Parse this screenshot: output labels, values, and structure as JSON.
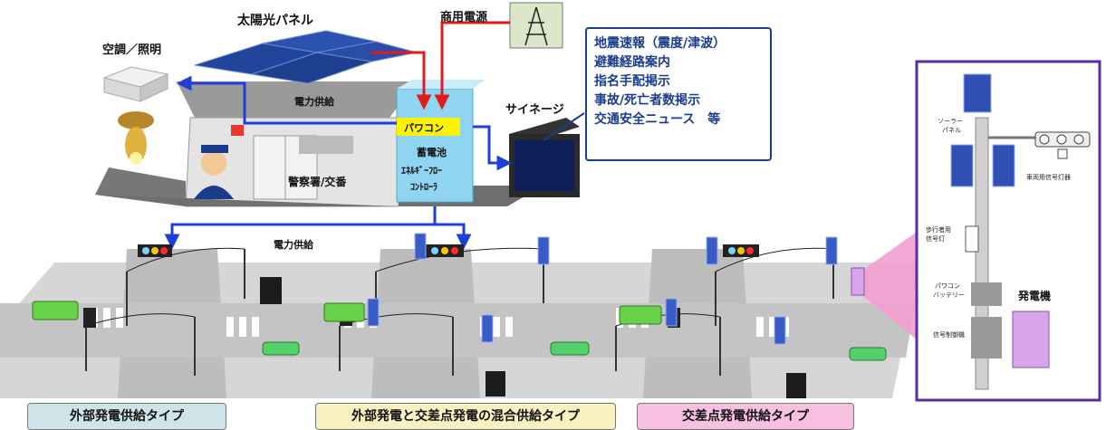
{
  "labels": {
    "solar_panel": "太陽光パネル",
    "grid_power": "商用電源",
    "aircon_light": "空調／照明",
    "power_supply_top": "電力供給",
    "power_conditioner": "パワコン",
    "battery": "蓄電池",
    "energy_flow_1": "ｴﾈﾙｷﾞｰﾌﾛｰ",
    "energy_flow_2": "ｺﾝﾄﾛｰﾗ",
    "police_station": "警察署/交番",
    "signage": "サイネージ",
    "power_supply_mid": "電力供給"
  },
  "signage_messages": [
    "地震速報（震度/津波）",
    "避難経路案内",
    "指名手配掲示",
    "事故/死亡者数掲示",
    "交通安全ニュース　等"
  ],
  "detail_panel": {
    "solar_1": "ソーラー",
    "solar_2": "パネル",
    "vehicle_signal": "車両用信号灯器",
    "ped_signal_1": "歩行者用",
    "ped_signal_2": "信号灯",
    "pc_battery_1": "パワコン",
    "pc_battery_2": "バッテリー",
    "signal_controller": "信号制御機",
    "generator": "発電機"
  },
  "types": {
    "type1": "外部発電供給タイプ",
    "type2": "外部発電と交差点発電の混合供給タイプ",
    "type3": "交差点発電供給タイプ"
  },
  "colors": {
    "power_arrow_blue": "#1f3fd6",
    "grid_arrow_red": "#e01b1b",
    "type1_bg": "#cfe4e8",
    "type2_bg": "#f8f0c0",
    "type3_bg": "#f7bfe0",
    "detail_border": "#5a2e9e",
    "generator_fill": "#d8a6e8"
  }
}
